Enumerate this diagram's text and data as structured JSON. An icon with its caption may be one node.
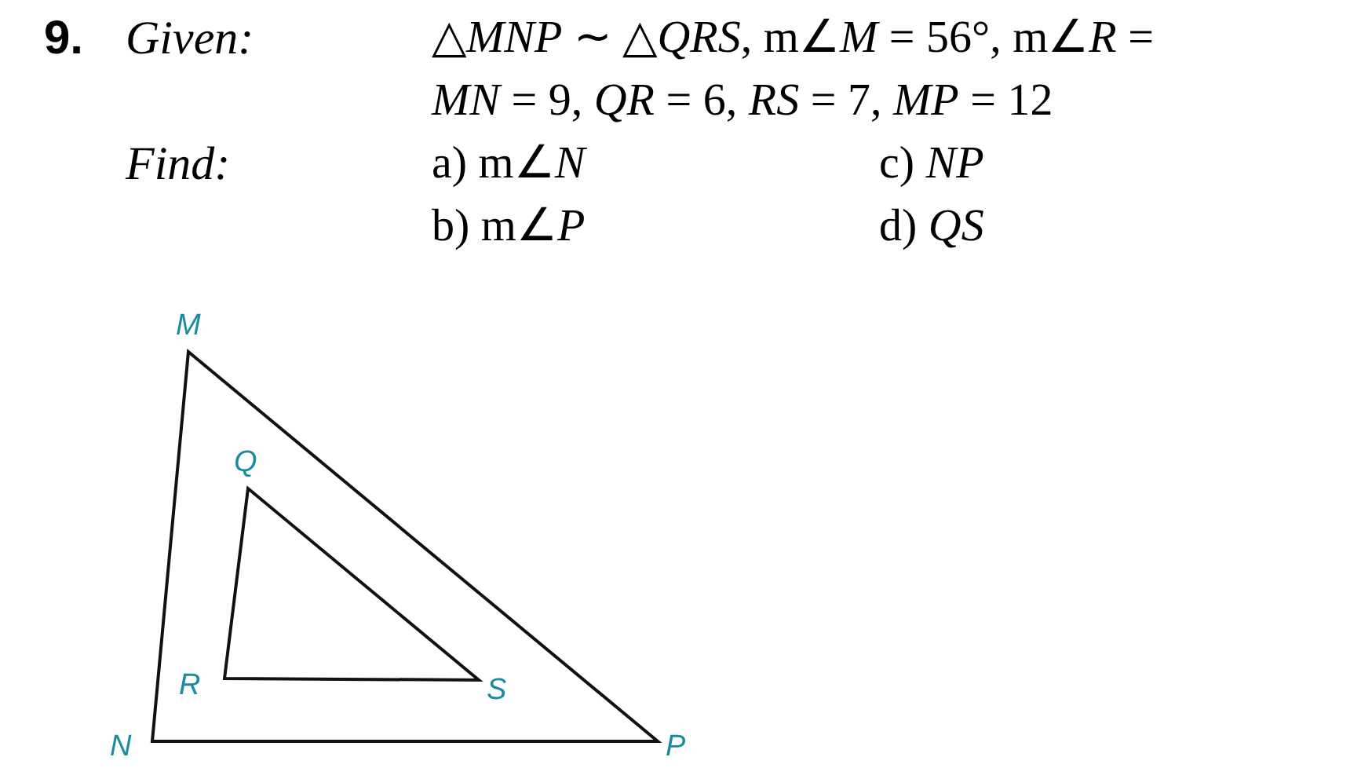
{
  "diagram": {
    "labels": [
      "9.",
      "Given:",
      "△*MNP* ∼ △*QRS*, m∠*M* = 56°, m∠*R* =",
      "*MN* = 9, *QR* = 6, *RS* = 7, *MP* = 12",
      "Find:",
      "a) m∠*N*",
      "c) *NP*",
      "b) m∠*P*",
      "d) *QS*",
      "M",
      "Q",
      "R",
      "S",
      "N",
      "P"
    ]
  }
}
